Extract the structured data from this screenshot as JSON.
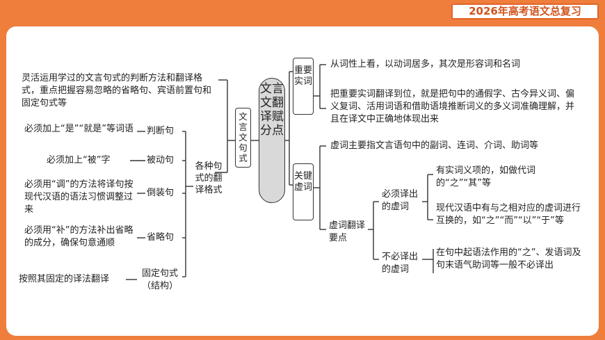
{
  "header": {
    "title": "2026年高考语文总复习"
  },
  "center": {
    "label": "文言文翻译赋分点"
  },
  "left": {
    "branch_label": "文言文句式",
    "intro": "灵活运用学过的文言句式的判断方法和翻译格式，重点把握容易忽略的省略句、宾语前置句和固定句式等",
    "group_label": "各种句式的翻译格式",
    "items": [
      {
        "type": "判断句",
        "desc": "必须加上“是”“就是”等词语"
      },
      {
        "type": "被动句",
        "desc": "必须加上“被”字"
      },
      {
        "type": "倒装句",
        "desc": "必须用“调”的方法将译句按现代汉语的语法习惯调整过来"
      },
      {
        "type": "省略句",
        "desc": "必须用“补”的方法补出省略的成分，确保句意通顺"
      },
      {
        "type": "固定句式（结构）",
        "desc": "按照其固定的译法翻译"
      }
    ]
  },
  "right": {
    "shici": {
      "label": "重要实词",
      "points": [
        "从词性上看，以动词居多，其次是形容词和名词",
        "把重要实词翻译到位，就是把句中的通假字、古今异义词、偏义复词、活用词语和借助语境推断词义的多义词准确理解，并且在译文中正确地体现出来"
      ]
    },
    "xuci": {
      "label": "关键虚词",
      "intro": "虚词主要指文言语句中的副词、连词、介词、助词等",
      "sub_label": "虚词翻译要点",
      "must": {
        "label": "必须译出的虚词",
        "points": [
          "有实词义项的，如做代词的“之”“其”等",
          "现代汉语中有与之相对应的虚词进行互换的，如“之”“而”“以”“于”等"
        ]
      },
      "mustnot": {
        "label": "不必译出的虚词",
        "point": "在句中起语法作用的“之”、发语词及句末语气助词等一般不必译出"
      }
    }
  }
}
